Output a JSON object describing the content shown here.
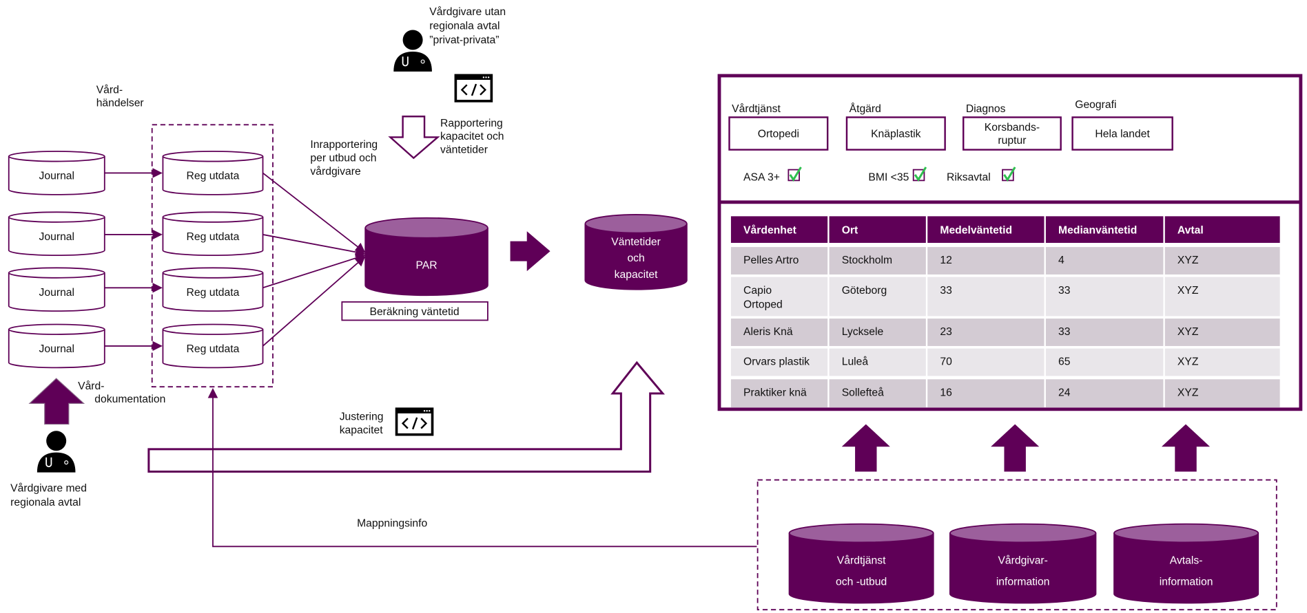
{
  "colors": {
    "purple": "#5f0057",
    "purple_top": "#9c5f9c",
    "row_dark": "#d3cbd3",
    "row_light": "#e9e6ea",
    "check": "#2fbf4f"
  },
  "left": {
    "vard_handelser": [
      "Vård-",
      "händelser"
    ],
    "journals": [
      "Journal",
      "Journal",
      "Journal",
      "Journal"
    ],
    "reg_utdata": [
      "Reg utdata",
      "Reg utdata",
      "Reg utdata",
      "Reg utdata"
    ],
    "inrapportering": [
      "Inrapportering",
      "per utbud och",
      "vårdgivare"
    ],
    "vard_dokumentation": [
      "Vård-",
      "dokumentation"
    ],
    "vardgivare_med": [
      "Vårdgivare med",
      "regionala avtal"
    ]
  },
  "top": {
    "vardgivare_utan": [
      "Vårdgivare utan",
      "regionala avtal",
      "”privat-privata”"
    ],
    "rapportering": [
      "Rapportering",
      "kapacitet och",
      "väntetider"
    ]
  },
  "center": {
    "par": "PAR",
    "berakning": "Beräkning väntetid",
    "vantetider": [
      "Väntetider",
      "och",
      "kapacitet"
    ],
    "justering": [
      "Justering",
      "kapacitet"
    ],
    "mappningsinfo": "Mappningsinfo"
  },
  "panel": {
    "filters": [
      {
        "label": "Vårdtjänst",
        "value": [
          "Ortopedi"
        ]
      },
      {
        "label": "Åtgärd",
        "value": [
          "Knäplastik"
        ]
      },
      {
        "label": "Diagnos",
        "value": [
          "Korsbands-",
          "ruptur"
        ]
      },
      {
        "label": "Geografi",
        "value": [
          "Hela landet"
        ]
      }
    ],
    "checks": [
      {
        "label": "ASA 3+",
        "checked": true
      },
      {
        "label": "BMI <35",
        "checked": true
      },
      {
        "label": "Riksavtal",
        "checked": true
      }
    ],
    "table": {
      "headers": [
        "Vårdenhet",
        "Ort",
        "Medelväntetid",
        "Medianväntetid",
        "Avtal"
      ],
      "rows": [
        [
          [
            "Pelles Artro"
          ],
          [
            "Stockholm"
          ],
          [
            "12"
          ],
          [
            "4"
          ],
          [
            "XYZ"
          ]
        ],
        [
          [
            "Capio",
            "Ortoped"
          ],
          [
            "Göteborg"
          ],
          [
            "33"
          ],
          [
            "33"
          ],
          [
            "XYZ"
          ]
        ],
        [
          [
            "Aleris Knä"
          ],
          [
            "Lycksele"
          ],
          [
            "23"
          ],
          [
            "33"
          ],
          [
            "XYZ"
          ]
        ],
        [
          [
            "Orvars plastik"
          ],
          [
            "Luleå"
          ],
          [
            "70"
          ],
          [
            "65"
          ],
          [
            "XYZ"
          ]
        ],
        [
          [
            "Praktiker knä"
          ],
          [
            "Sollefteå"
          ],
          [
            "16"
          ],
          [
            "24"
          ],
          [
            "XYZ"
          ]
        ]
      ]
    }
  },
  "bottom": {
    "sources": [
      [
        "Vårdtjänst",
        "och -utbud"
      ],
      [
        "Vårdgivar-",
        "information"
      ],
      [
        "Avtals-",
        "information"
      ]
    ]
  },
  "icons": [
    "doctor-icon",
    "code-window-icon",
    "database-icon",
    "arrow-icon",
    "checkbox-icon"
  ]
}
